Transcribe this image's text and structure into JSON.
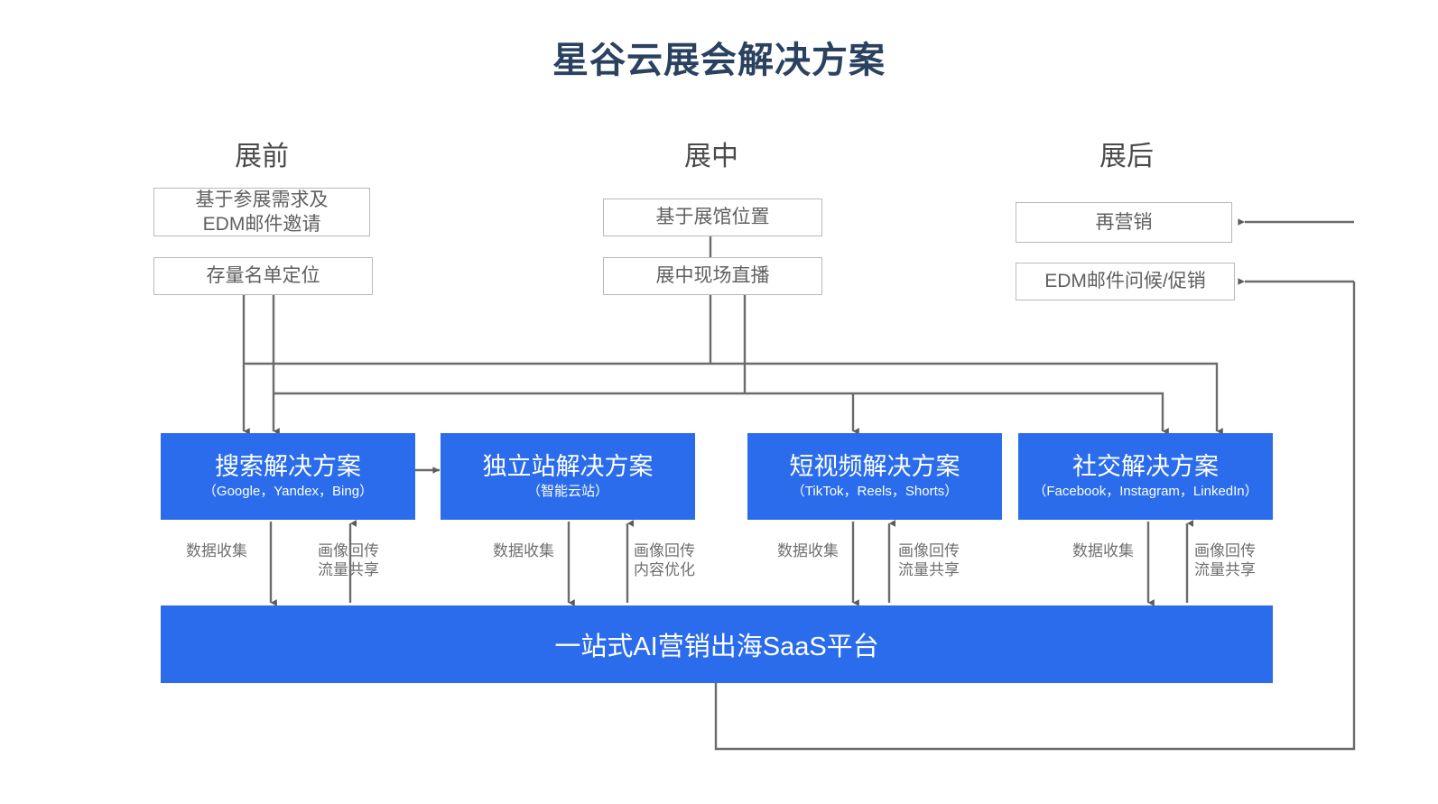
{
  "header": {
    "title": "星谷云展会解决方案",
    "title_color": "#2a4260"
  },
  "theme": {
    "accent_blue": "#2a6ceb",
    "box_border": "#b9b9b9",
    "connector": "#6b6b6b",
    "body_text": "#606060"
  },
  "phases": [
    {
      "label": "展前"
    },
    {
      "label": "展中"
    },
    {
      "label": "展后"
    }
  ],
  "stage_boxes": [
    {
      "line1": "基于参展需求及",
      "line2": "EDM邮件邀请"
    },
    {
      "line1": "存量名单定位",
      "line2": ""
    },
    {
      "line1": "基于展馆位置",
      "line2": ""
    },
    {
      "line1": "展中现场直播",
      "line2": ""
    },
    {
      "line1": "再营销",
      "line2": ""
    },
    {
      "line1": "EDM邮件问候/促销",
      "line2": ""
    }
  ],
  "solutions": [
    {
      "title": "搜索解决方案",
      "subtitle": "（Google，Yandex，Bing）"
    },
    {
      "title": "独立站解决方案",
      "subtitle": "（智能云站）"
    },
    {
      "title": "短视频解决方案",
      "subtitle": "（TikTok，Reels，Shorts）"
    },
    {
      "title": "社交解决方案",
      "subtitle": "（Facebook，Instagram，LinkedIn）"
    }
  ],
  "flow_labels": [
    {
      "down": "数据收集",
      "up_line1": "画像回传",
      "up_line2": "流量共享"
    },
    {
      "down": "数据收集",
      "up_line1": "画像回传",
      "up_line2": "内容优化"
    },
    {
      "down": "数据收集",
      "up_line1": "画像回传",
      "up_line2": "流量共享"
    },
    {
      "down": "数据收集",
      "up_line1": "画像回传",
      "up_line2": "流量共享"
    }
  ],
  "platform": {
    "label": "一站式AI营销出海SaaS平台"
  }
}
